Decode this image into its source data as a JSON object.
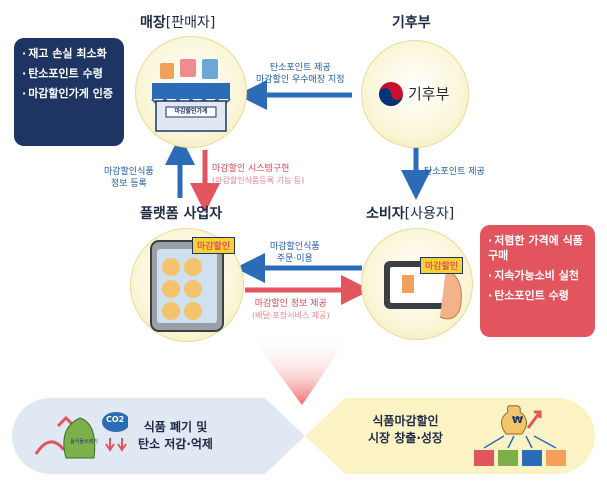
{
  "nodes": {
    "store": {
      "title_main": "매장",
      "title_sub": "[판매자]",
      "sign": "마감할인가게"
    },
    "ministry": {
      "title": "기후부",
      "logo_text": "기후부"
    },
    "platform": {
      "title": "플랫폼 사업자",
      "badge": "마감할인"
    },
    "consumer": {
      "title_main": "소비자",
      "title_sub": "[사용자]",
      "badge": "마감할인"
    }
  },
  "store_box": {
    "items": [
      "재고 손실 최소화",
      "탄소포인트 수령",
      "마감할인가게 인증"
    ]
  },
  "consumer_box": {
    "items": [
      "저렴한 가격에 식품 구매",
      "지속가능소비 실천",
      "탄소포인트 수령"
    ]
  },
  "flows": {
    "ministry_to_store": {
      "line1": "탄소포인트 제공",
      "line2": "마감할인 우수매장 지정"
    },
    "ministry_to_consumer": {
      "line1": "탄소포인트 제공"
    },
    "platform_to_store": {
      "line1": "마감할인식품",
      "line2": "정보 등록"
    },
    "store_to_platform": {
      "line1": "마감할인 시스템구현",
      "line2": "(마감할인식품등록 기능 등)"
    },
    "consumer_to_platform": {
      "line1": "마감할인식품",
      "line2": "주문·이용"
    },
    "platform_to_consumer": {
      "line1": "마감할인 정보 제공",
      "line2": "(배달·포장서비스 제공)"
    }
  },
  "outcomes": {
    "left": {
      "line1": "식품 폐기 및",
      "line2": "탄소 저감·억제",
      "icon_text": "CO2",
      "bag_text": "음식물쓰레기"
    },
    "right": {
      "line1": "식품마감할인",
      "line2": "시장 창출·성장",
      "icon_text": "₩"
    }
  },
  "colors": {
    "blue": "#2b6cb8",
    "red": "#e2555e",
    "navy": "#1e3462",
    "yellow": "#fbf3c4"
  }
}
